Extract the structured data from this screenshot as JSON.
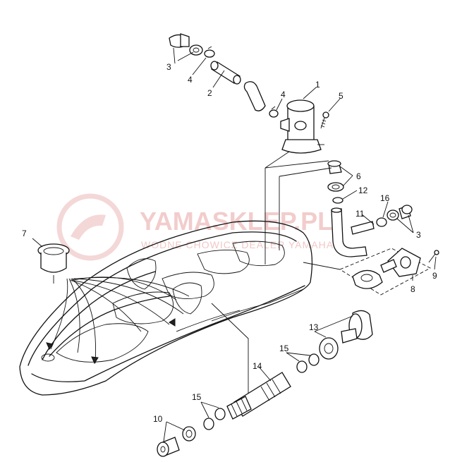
{
  "watermark": {
    "brand": "YAMASKLEP.PL",
    "tagline": "WODNE CHOWICZ DEALER YAMAHA"
  },
  "callouts": [
    {
      "id": "c1",
      "text": "1"
    },
    {
      "id": "c2",
      "text": "2"
    },
    {
      "id": "c3a",
      "text": "3"
    },
    {
      "id": "c3b",
      "text": "3"
    },
    {
      "id": "c4a",
      "text": "4"
    },
    {
      "id": "c4b",
      "text": "4"
    },
    {
      "id": "c5",
      "text": "5"
    },
    {
      "id": "c6",
      "text": "6"
    },
    {
      "id": "c7",
      "text": "7"
    },
    {
      "id": "c8",
      "text": "8"
    },
    {
      "id": "c9",
      "text": "9"
    },
    {
      "id": "c10",
      "text": "10"
    },
    {
      "id": "c11",
      "text": "11"
    },
    {
      "id": "c12",
      "text": "12"
    },
    {
      "id": "c13",
      "text": "13"
    },
    {
      "id": "c14",
      "text": "14"
    },
    {
      "id": "c15a",
      "text": "15"
    },
    {
      "id": "c15b",
      "text": "15"
    },
    {
      "id": "c16",
      "text": "16"
    }
  ]
}
